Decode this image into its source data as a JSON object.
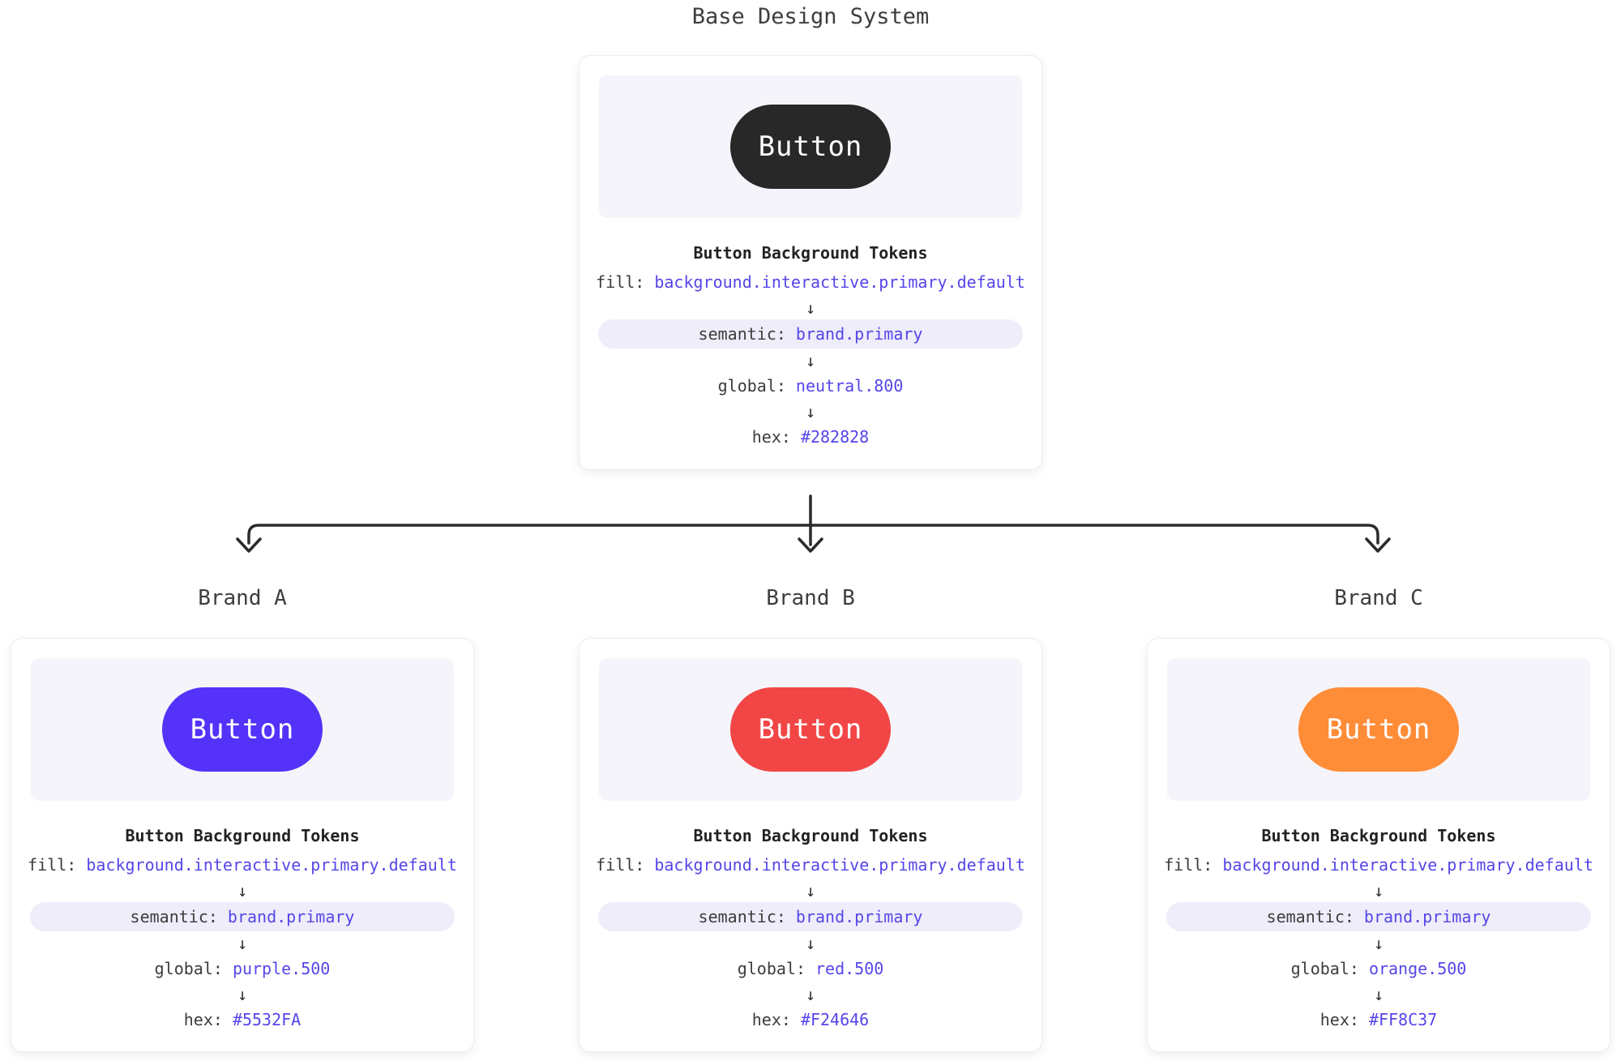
{
  "page_title": "Base Design System",
  "flow_arrow_glyph": "↓",
  "colors": {
    "token_value_text": "#5546E8",
    "panel_background": "#F5F4FA",
    "highlight_row_background": "#EFEDFA",
    "connector_stroke": "#2B2B2B",
    "card_border": "#ECECEC",
    "heading_text": "#222222",
    "label_text": "#3D3D3D",
    "key_text": "#3C3C3C",
    "button_text": "#FFFFFF"
  },
  "base_card": {
    "button_label": "Button",
    "button_color": "#282828",
    "heading": "Button Background Tokens",
    "fill_label": "fill:",
    "fill_value": "background.interactive.primary.default",
    "semantic_label": "semantic:",
    "semantic_value": "brand.primary",
    "global_label": "global:",
    "global_value": "neutral.800",
    "hex_label": "hex:",
    "hex_value": "#282828"
  },
  "brands": [
    {
      "label": "Brand A",
      "card": {
        "button_label": "Button",
        "button_color": "#5532FA",
        "heading": "Button Background Tokens",
        "fill_label": "fill:",
        "fill_value": "background.interactive.primary.default",
        "semantic_label": "semantic:",
        "semantic_value": "brand.primary",
        "global_label": "global:",
        "global_value": "purple.500",
        "hex_label": "hex:",
        "hex_value": "#5532FA"
      }
    },
    {
      "label": "Brand B",
      "card": {
        "button_label": "Button",
        "button_color": "#F24646",
        "heading": "Button Background Tokens",
        "fill_label": "fill:",
        "fill_value": "background.interactive.primary.default",
        "semantic_label": "semantic:",
        "semantic_value": "brand.primary",
        "global_label": "global:",
        "global_value": "red.500",
        "hex_label": "hex:",
        "hex_value": "#F24646"
      }
    },
    {
      "label": "Brand C",
      "card": {
        "button_label": "Button",
        "button_color": "#FF8C37",
        "heading": "Button Background Tokens",
        "fill_label": "fill:",
        "fill_value": "background.interactive.primary.default",
        "semantic_label": "semantic:",
        "semantic_value": "brand.primary",
        "global_label": "global:",
        "global_value": "orange.500",
        "hex_label": "hex:",
        "hex_value": "#FF8C37"
      }
    }
  ]
}
